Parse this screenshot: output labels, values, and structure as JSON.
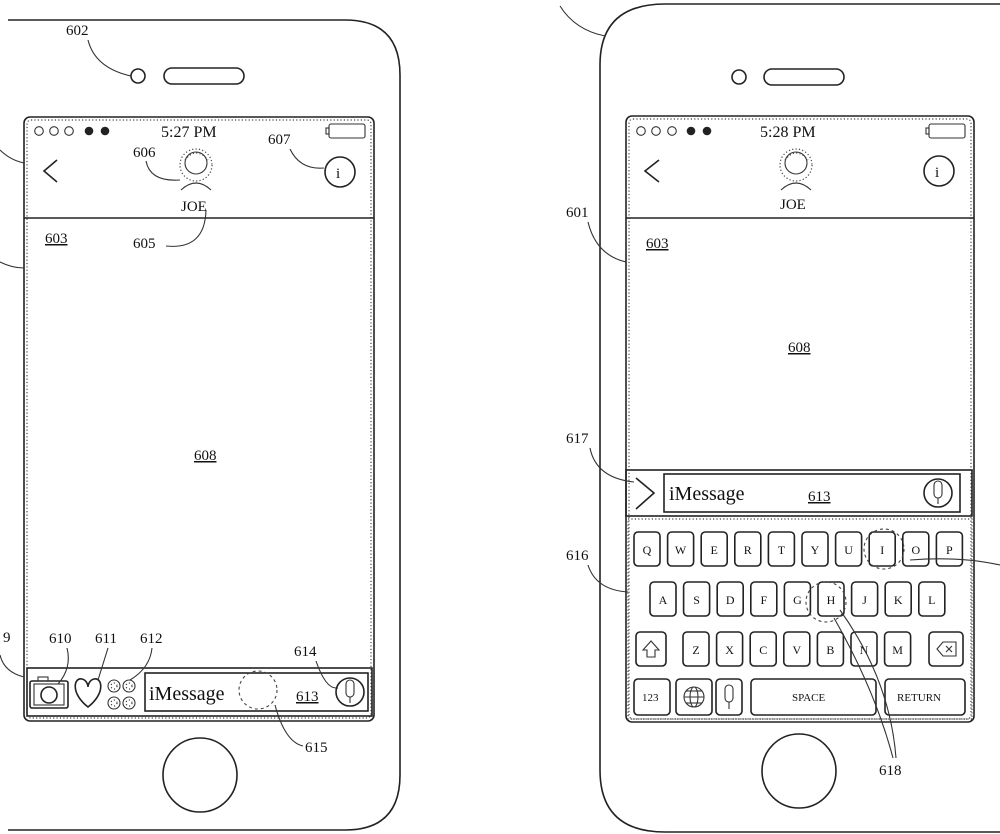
{
  "refs": {
    "r602": "602",
    "r603a": "603",
    "r605": "605",
    "r606": "606",
    "r607": "607",
    "r608a": "608",
    "r609": "9",
    "r610": "610",
    "r611": "611",
    "r612": "612",
    "r613a": "613",
    "r614": "614",
    "r615": "615",
    "r601": "601",
    "r603b": "603",
    "r608b": "608",
    "r613b": "613",
    "r616": "616",
    "r617": "617",
    "r618": "618"
  },
  "left_phone": {
    "time": "5:27 PM",
    "contact_name": "JOE",
    "compose_placeholder": "iMessage"
  },
  "right_phone": {
    "time": "5:28 PM",
    "contact_name": "JOE",
    "compose_placeholder": "iMessage",
    "keyboard": {
      "row1": [
        "Q",
        "W",
        "E",
        "R",
        "T",
        "Y",
        "U",
        "I",
        "O",
        "P"
      ],
      "row2": [
        "A",
        "S",
        "D",
        "F",
        "G",
        "H",
        "J",
        "K",
        "L"
      ],
      "row3": [
        "Z",
        "X",
        "C",
        "V",
        "B",
        "N",
        "M"
      ],
      "numbers_key": "123",
      "space_key": "SPACE",
      "return_key": "RETURN"
    }
  },
  "icons": [
    "back-chevron-icon",
    "info-icon",
    "avatar",
    "camera-icon",
    "heart-icon",
    "sticker-apps-icon",
    "microphone-icon",
    "expand-chevron-icon",
    "shift-icon",
    "delete-icon",
    "globe-icon"
  ]
}
